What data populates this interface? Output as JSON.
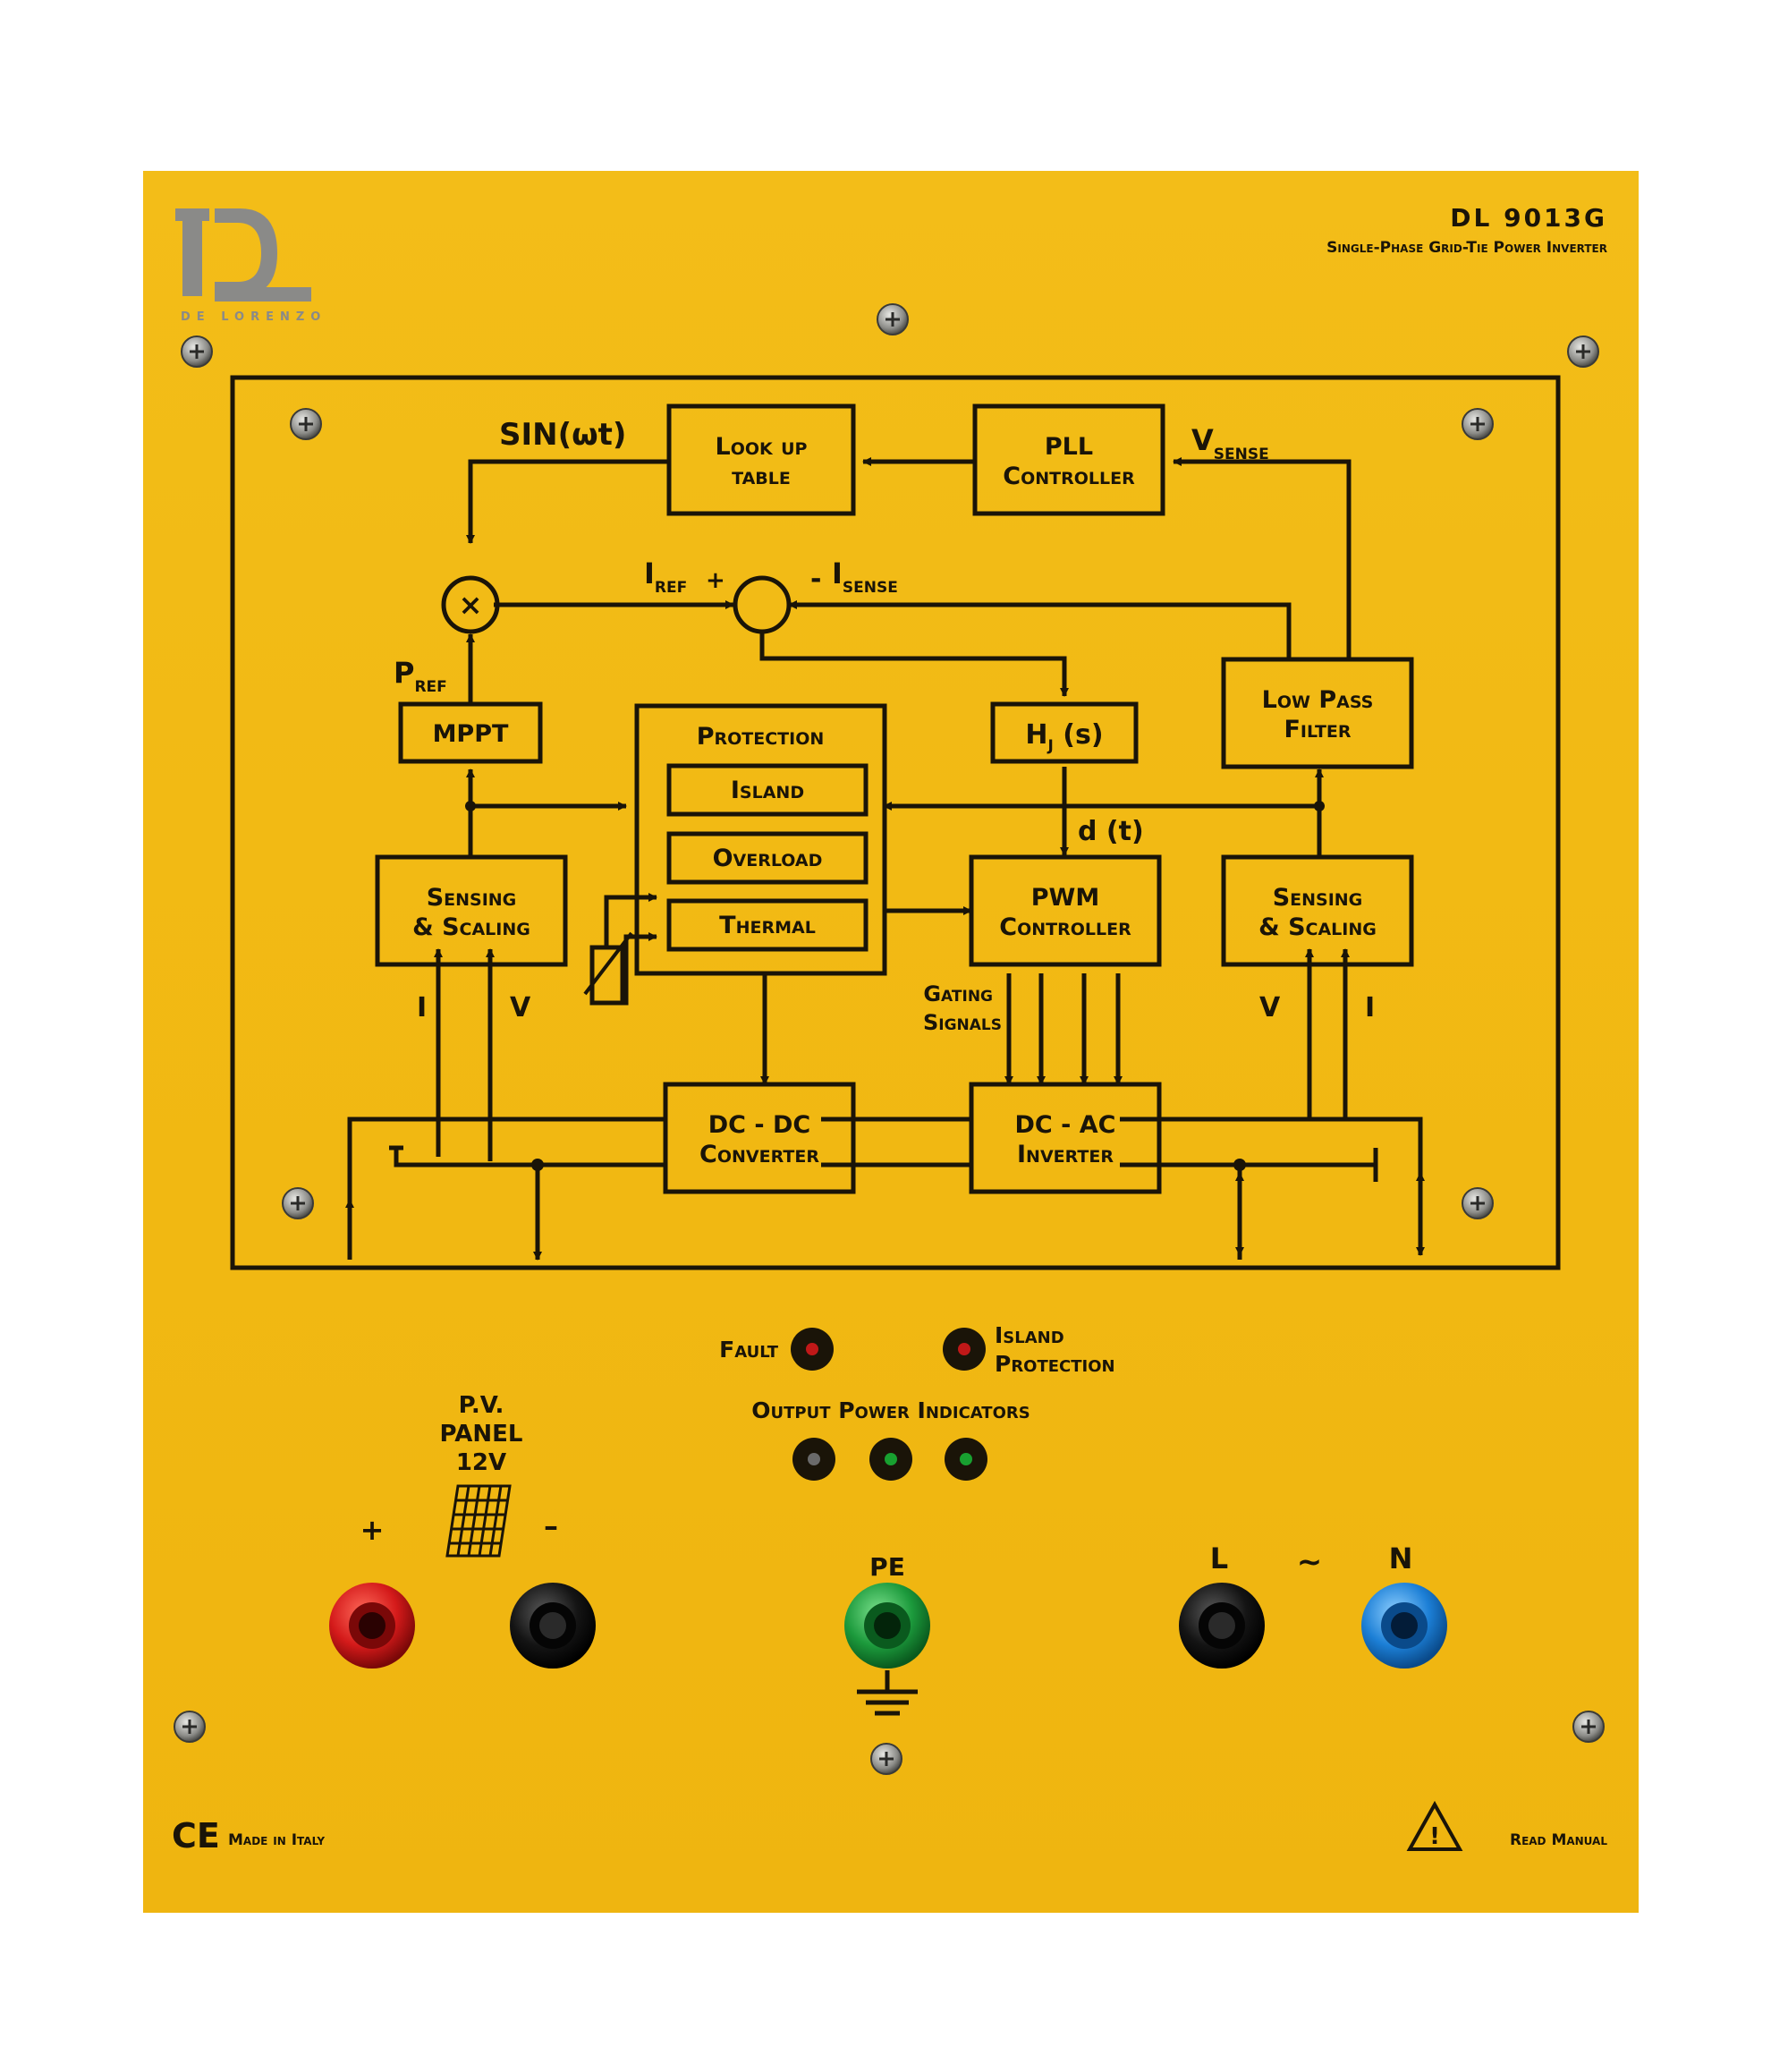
{
  "brand": {
    "logo_text": "DE LORENZO"
  },
  "header": {
    "model": "DL 9013G",
    "subtitle": "Single-Phase Grid-Tie Power Inverter"
  },
  "diagram": {
    "blocks": {
      "lookup_line1": "Look up",
      "lookup_line2": "table",
      "pll_line1": "PLL",
      "pll_line2": "Controller",
      "protection": "Protection",
      "island": "Island",
      "overload": "Overload",
      "thermal": "Thermal",
      "mppt": "MPPT",
      "hj_main": "H",
      "hj_sub": "J",
      "hj_tail": " (s)",
      "lpf_line1": "Low Pass",
      "lpf_line2": "Filter",
      "pwm_line1": "PWM",
      "pwm_line2": "Controller",
      "sense_left_line1": "Sensing",
      "sense_left_line2": "& Scaling",
      "sense_right_line1": "Sensing",
      "sense_right_line2": "& Scaling",
      "dcdc_line1": "DC - DC",
      "dcdc_line2": "Converter",
      "dcac_line1": "DC - AC",
      "dcac_line2": "Inverter"
    },
    "labels": {
      "sin": "SIN(ωt)",
      "vsense_main": "V",
      "vsense_sub": "SENSE",
      "iref_main": "I",
      "iref_sub": "REF",
      "plus": "+",
      "minus": "-",
      "isense_main": "I",
      "isense_sub": "SENSE",
      "pref_main": "P",
      "pref_sub": "REF",
      "dt": "d (t)",
      "gating_line1": "Gating",
      "gating_line2": "Signals",
      "i_left": "I",
      "v_left": "V",
      "v_right": "V",
      "i_right": "I",
      "multiply": "×"
    }
  },
  "indicators": {
    "fault": "Fault",
    "island_line1": "Island",
    "island_line2": "Protection",
    "output_power": "Output Power Indicators"
  },
  "terminals": {
    "pv_line1": "P.V.",
    "pv_line2": "PANEL",
    "pv_line3": "12V",
    "pv_plus": "+",
    "pv_minus": "–",
    "pe": "PE",
    "l": "L",
    "tilde": "~",
    "n": "N"
  },
  "footer": {
    "ce": "CE",
    "made_in": "Made in Italy",
    "read_manual": "Read Manual"
  },
  "colors": {
    "panel": "#f2bb15",
    "ink": "#1a1408",
    "terminal_red": "#d41a1a",
    "terminal_black": "#141414",
    "terminal_green": "#1c9a3c",
    "terminal_blue": "#1c7fd6",
    "led_red": "#c01818",
    "led_green": "#18a030",
    "logo_gray": "#8a8a88"
  }
}
